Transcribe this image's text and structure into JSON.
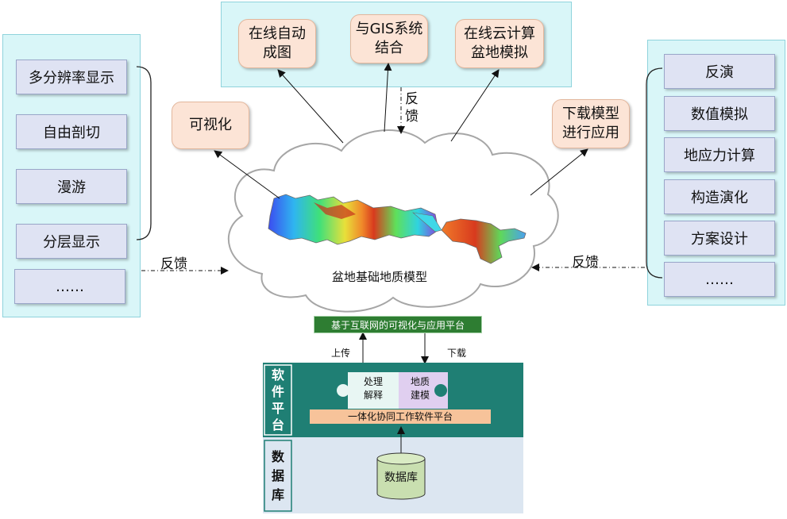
{
  "left_panel": {
    "items": [
      "多分辨率显示",
      "自由剖切",
      "漫游",
      "分层显示",
      "……"
    ]
  },
  "right_panel": {
    "items": [
      "反演",
      "数值模拟",
      "地应力计算",
      "构造演化",
      "方案设计",
      "……"
    ]
  },
  "top_panel": {
    "items": [
      "在线自动\n成图",
      "与GIS系统\n结合",
      "在线云计算\n盆地模拟"
    ]
  },
  "visualize_box": "可视化",
  "download_model_box": "下载模型\n进行应用",
  "feedback_top": "反\n馈",
  "feedback_left": "反馈",
  "feedback_right": "反馈",
  "cloud_label": "盆地基础地质模型",
  "platform_bar": "基于互联网的可视化与应用平台",
  "upload_label": "上传",
  "download_label": "下载",
  "software_platform": {
    "side_label": "软\n件\n平\n台",
    "puzzle_left": "处理\n解释",
    "puzzle_right": "地质\n建模",
    "bar": "一体化协同工作软件平台"
  },
  "database": {
    "side_label": "数\n据\n库",
    "cylinder": "数据库"
  }
}
